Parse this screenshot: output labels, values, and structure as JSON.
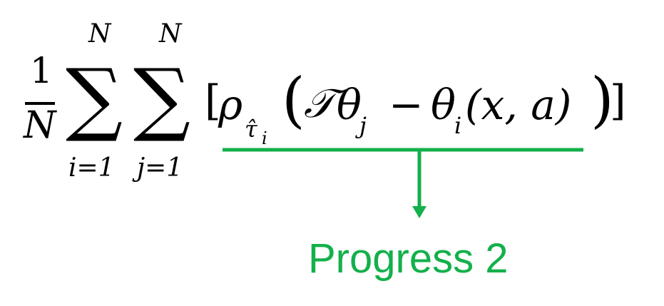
{
  "formula": {
    "frac_numerator": "1",
    "frac_denominator": "N",
    "sigma": "∑",
    "sum1_upper": "N",
    "sum1_lower": "i=1",
    "sum2_upper": "N",
    "sum2_lower": "j=1",
    "left_bracket": "[",
    "rho": "ρ",
    "rho_sub": "τ̂",
    "rho_sub_index": "i",
    "left_paren": "(",
    "script_T": "𝒯",
    "theta": "θ",
    "theta_j_sub": "j",
    "minus": "−",
    "theta_i_sub": "i",
    "args": "(x, a)",
    "right_paren": ")",
    "right_bracket": "]"
  },
  "annotation": {
    "label": "Progress 2",
    "color": "#13b04b"
  }
}
